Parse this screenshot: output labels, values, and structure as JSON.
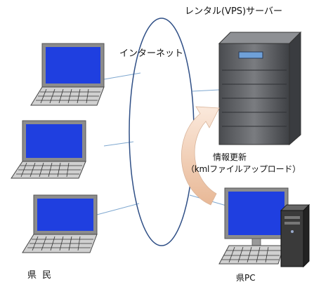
{
  "labels": {
    "server": "レンタル(VPS)サーバー",
    "internet": "インターネット",
    "update_title": "情報更新",
    "update_detail": "（kmlファイルアップロード）",
    "citizens": "県 民",
    "prefecture_pc": "県PC"
  },
  "colors": {
    "screen_blue": "#1f3fe0",
    "laptop_frame": "#8c8c8c",
    "cloud_outline": "#2f4f86",
    "link_line": "#7fa8d0",
    "arrow_fill": "#f2d4bf",
    "server_body": "#5f6166"
  }
}
